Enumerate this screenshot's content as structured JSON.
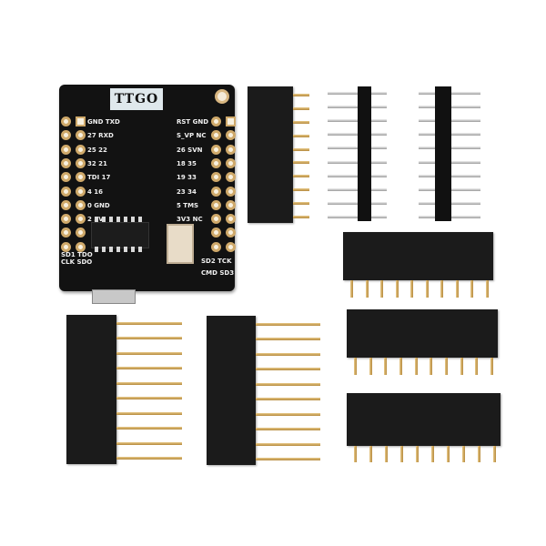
{
  "product": {
    "board_logo": "TTGO",
    "left_labels": [
      "GND TXD",
      "27 RXD",
      "25 22",
      "32 21",
      "TDI 17",
      "4 16",
      "0 GND",
      "2 5V"
    ],
    "left_bottom_labels": [
      "SD1 TDO",
      "CLK SDO"
    ],
    "right_labels": [
      "RST GND",
      "S_VP NC",
      "26 SVN",
      "18 35",
      "19 33",
      "23 34",
      "5 TMS",
      "3V3 NC"
    ],
    "right_bottom_labels": [
      "SD2 TCK",
      "CMD SD3"
    ],
    "colors": {
      "pcb": "#121212",
      "gold": "#d4b06a",
      "silver": "#cfcfcf",
      "background": "#ffffff"
    }
  }
}
